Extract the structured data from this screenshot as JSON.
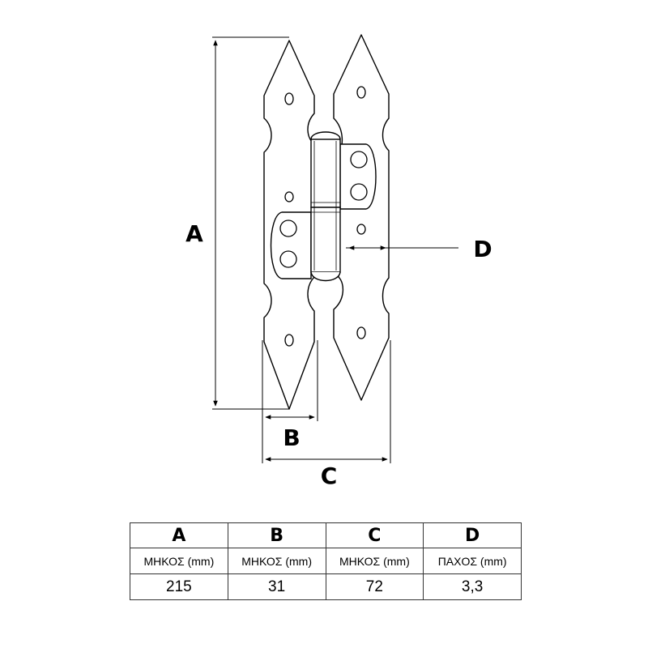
{
  "dimension_labels": {
    "a": "A",
    "b": "B",
    "c": "C",
    "d": "D"
  },
  "table": {
    "headers": [
      "A",
      "B",
      "C",
      "D"
    ],
    "units": [
      "ΜΗΚΟΣ (mm)",
      "ΜΗΚΟΣ (mm)",
      "ΜΗΚΟΣ (mm)",
      "ΠΑΧΟΣ (mm)"
    ],
    "values": [
      "215",
      "31",
      "72",
      "3,3"
    ]
  }
}
